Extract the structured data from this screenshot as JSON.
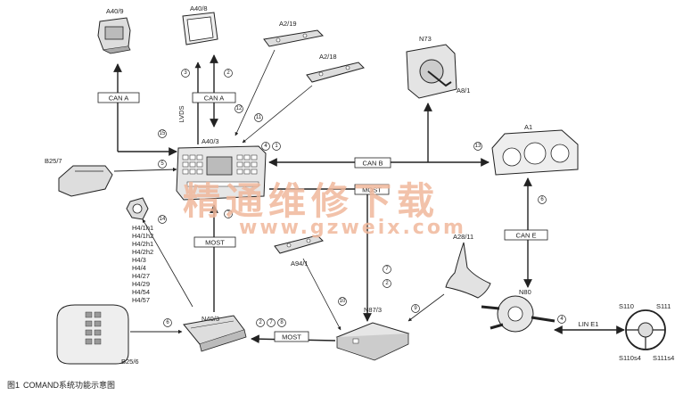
{
  "figure_caption": {
    "number": "图1",
    "text": "COMAND系统功能示意图"
  },
  "watermark": {
    "text": "精通维修下载",
    "url": "www.gzweix.com"
  },
  "components": {
    "a40_9": "A40/9",
    "a40_8": "A40/8",
    "a2_19": "A2/19",
    "a2_18": "A2/18",
    "n73": "N73",
    "a8_1": "A8/1",
    "a40_3": "A40/3",
    "a1": "A1",
    "b25_7": "B25/7",
    "a94_1": "A94/1",
    "a28_11": "A28/11",
    "n80": "N80",
    "n40_3": "N40/3",
    "n87_3": "N87/3",
    "b25_6": "B25/6",
    "s110": "S110",
    "s111": "S111",
    "s110s4": "S110s4",
    "s111s4": "S111s4"
  },
  "h4_list": [
    "H4/1h1",
    "H4/1h2",
    "H4/2h1",
    "H4/2h2",
    "H4/3",
    "H4/4",
    "H4/27",
    "H4/29",
    "H4/54",
    "H4/57"
  ],
  "buses": {
    "can_a_left": "CAN A",
    "can_a_mid": "CAN A",
    "lvds": "LVDS",
    "can_b": "CAN B",
    "most_center": "MOST",
    "most_left": "MOST",
    "most_bottom": "MOST",
    "can_e": "CAN E",
    "lin_e1": "LIN E1"
  },
  "markers": {
    "m3": "3",
    "m2": "2",
    "m12": "12",
    "m11": "11",
    "m15": "15",
    "m5": "5",
    "m4": "4",
    "m1": "1",
    "m13": "13",
    "m6a": "6",
    "m14": "14",
    "m7a": "7",
    "m7b": "7",
    "m2b": "2",
    "m10": "10",
    "m9": "9",
    "m6b": "6",
    "m2c": "2",
    "m7c": "7",
    "m8": "8",
    "m4b": "4"
  },
  "colors": {
    "line": "#222222",
    "watermark": "#f0b89c",
    "component_fill": "#e6e6e6"
  }
}
